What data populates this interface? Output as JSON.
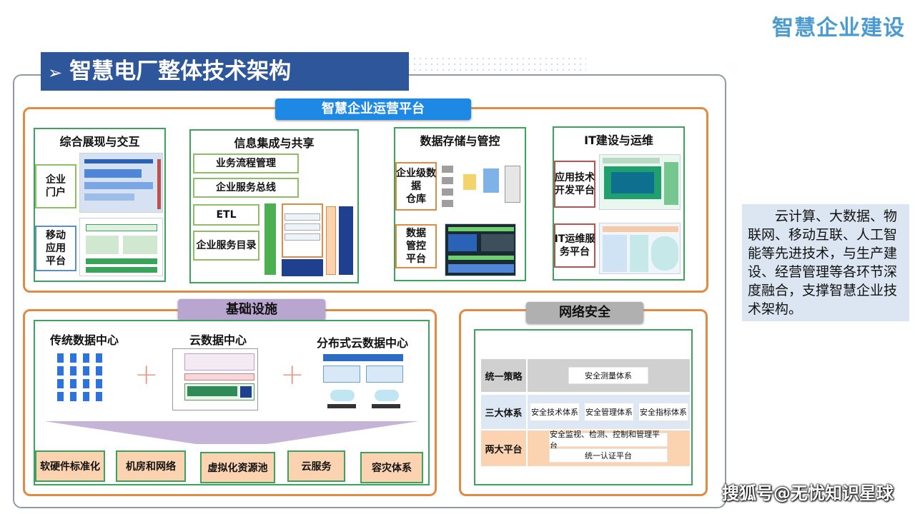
{
  "corner_title": "智慧企业建设",
  "main_title": "智慧电厂整体技术架构",
  "title_marker": "➢",
  "platform": {
    "title": "智慧企业运营平台",
    "groups": [
      {
        "title": "综合展现与交互",
        "items": [
          "企业\n门户",
          "移动\n应用\n平台"
        ]
      },
      {
        "title": "信息集成与共享",
        "items": [
          "业务流程管理",
          "企业服务总线",
          "ETL",
          "企业服务目录"
        ]
      },
      {
        "title": "数据存储与管控",
        "items": [
          "企业级数\n据\n仓库",
          "数据\n管控\n平台"
        ]
      },
      {
        "title": "IT建设与运维",
        "items": [
          "应用技术\n开发平台",
          "IT运维服\n务平台"
        ]
      }
    ]
  },
  "infrastructure": {
    "title": "基础设施",
    "centers": [
      "传统数据中心",
      "云数据中心",
      "分布式云数据中心"
    ],
    "plus": "+",
    "items": [
      "软硬件标准化",
      "机房和网络",
      "虚拟化资源池",
      "云服务",
      "容灾体系"
    ]
  },
  "security": {
    "title": "网络安全",
    "rows": [
      {
        "label": "统一策略",
        "cells": [
          "安全测量体系"
        ]
      },
      {
        "label": "三大体系",
        "cells": [
          "安全技术体系",
          "安全管理体系",
          "安全指标体系"
        ]
      },
      {
        "label": "两大平台",
        "cells": [
          "安全监视、检测、控制和管理平台",
          "统一认证平台"
        ]
      }
    ]
  },
  "side_note": "云计算、大数据、物联网、移动互联、人工智能等先进技术，与生产建设、经营管理等各环节深度融合，支撑智慧企业技术架构。",
  "watermark": "搜狐号@无忧知识星球",
  "colors": {
    "banner": "#2e569a",
    "section_border": "#e08a44",
    "group_border": "#3aa45a",
    "platform_pill": "#1e88e5",
    "infra_pill": "#b9a6d0",
    "security_pill": "#b0b0b0",
    "infra_item": "#fbd3b0"
  }
}
